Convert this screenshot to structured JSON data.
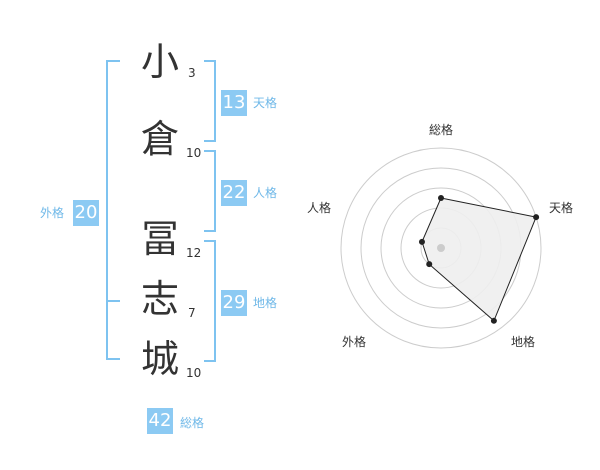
{
  "name": {
    "characters": [
      {
        "char": "小",
        "strokes": "3"
      },
      {
        "char": "倉",
        "strokes": "10"
      },
      {
        "char": "冨",
        "strokes": "12"
      },
      {
        "char": "志",
        "strokes": "7"
      },
      {
        "char": "城",
        "strokes": "10"
      }
    ]
  },
  "kakusu": {
    "tenkaku": {
      "value": "13",
      "label": "天格"
    },
    "jinkaku": {
      "value": "22",
      "label": "人格"
    },
    "chikaku": {
      "value": "29",
      "label": "地格"
    },
    "gaikaku": {
      "value": "20",
      "label": "外格"
    },
    "soukaku": {
      "value": "42",
      "label": "総格"
    }
  },
  "radar": {
    "labels": {
      "top": "総格",
      "right": "天格",
      "bottom_right": "地格",
      "bottom_left": "外格",
      "left": "人格"
    },
    "max": 5,
    "values": {
      "soukaku": 2.5,
      "tenkaku": 5,
      "chikaku": 4.5,
      "gaikaku": 1,
      "jinkaku": 1
    },
    "colors": {
      "fill": "#eeeeee",
      "line": "#222222",
      "grid": "#cccccc",
      "center": "#cccccc"
    }
  }
}
